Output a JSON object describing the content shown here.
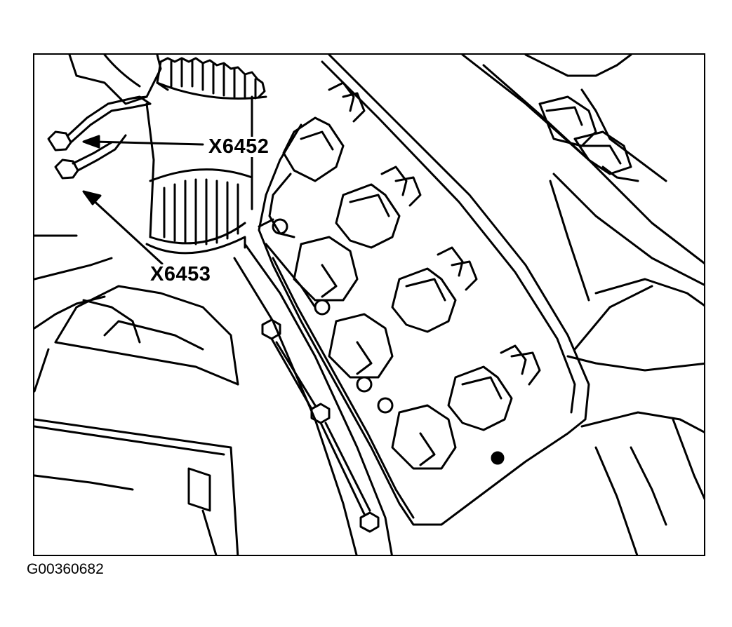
{
  "diagram": {
    "callouts": {
      "upper": "X6452",
      "lower": "X6453"
    },
    "figure_id": "G00360682",
    "line_color": "#000000",
    "background_color": "#ffffff"
  }
}
